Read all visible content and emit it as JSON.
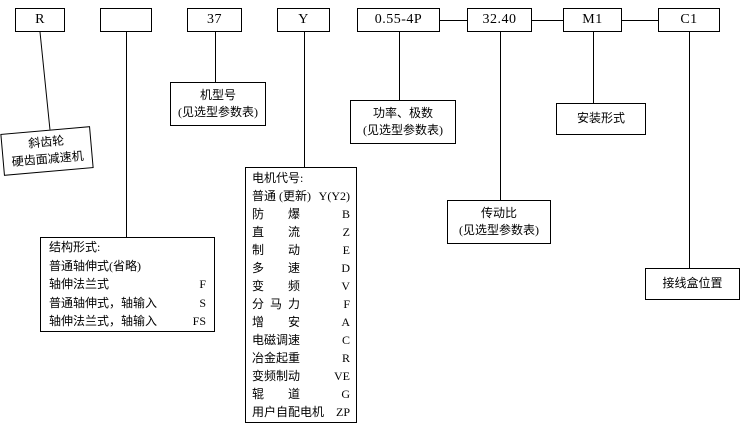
{
  "codes": [
    {
      "label": "R"
    },
    {
      "label": ""
    },
    {
      "label": "37"
    },
    {
      "label": "Y"
    },
    {
      "label": "0.55-4P"
    },
    {
      "label": "32.40"
    },
    {
      "label": "M1"
    },
    {
      "label": "C1"
    }
  ],
  "reducer_label": {
    "line1": "斜齿轮",
    "line2": "硬齿面减速机"
  },
  "model_label": {
    "line1": "机型号",
    "line2": "(见选型参数表)"
  },
  "power_label": {
    "line1": "功率、极数",
    "line2": "(见选型参数表)"
  },
  "ratio_label": {
    "line1": "传动比",
    "line2": "(见选型参数表)"
  },
  "mounting_label": "安装形式",
  "junction_label": "接线盒位置",
  "structure": {
    "title": "结构形式:",
    "rows": [
      {
        "label": "普通轴伸式(省略)",
        "code": ""
      },
      {
        "label": "轴伸法兰式",
        "code": "F"
      },
      {
        "label": "普通轴伸式，轴输入",
        "code": "S"
      },
      {
        "label": "轴伸法兰式，轴输入",
        "code": "FS"
      }
    ]
  },
  "motor": {
    "title": "电机代号:",
    "rows": [
      {
        "label": "普通 (更新)",
        "code": "Y(Y2)"
      },
      {
        "label": "防爆",
        "code": "B"
      },
      {
        "label": "直流",
        "code": "Z"
      },
      {
        "label": "制动",
        "code": "E"
      },
      {
        "label": "多速",
        "code": "D"
      },
      {
        "label": "变频",
        "code": "V"
      },
      {
        "label": "分马力",
        "code": "F"
      },
      {
        "label": "增安",
        "code": "A"
      },
      {
        "label": "电磁调速",
        "code": "C"
      },
      {
        "label": "冶金起重",
        "code": "R"
      },
      {
        "label": "变频制动",
        "code": "VE"
      },
      {
        "label": "辊道",
        "code": "G"
      },
      {
        "label": "用户自配电机",
        "code": "ZP"
      }
    ]
  }
}
